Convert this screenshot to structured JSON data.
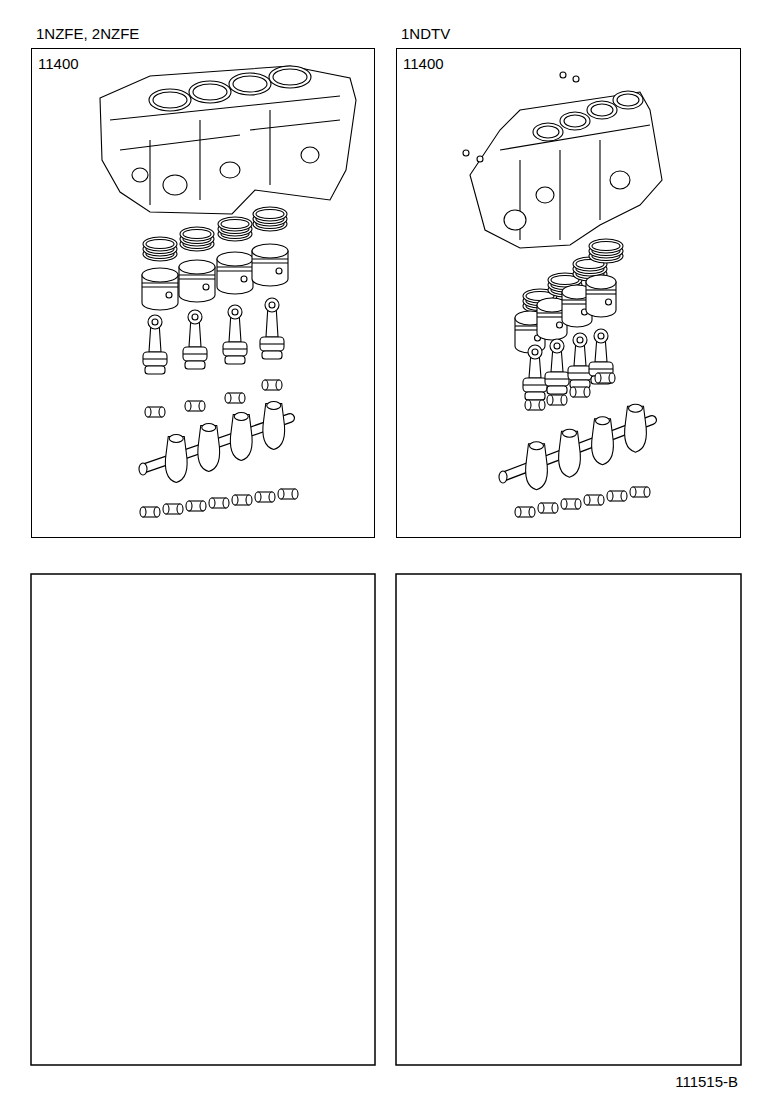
{
  "diagram": {
    "nodes": [
      {
        "text": [
          "1NZFE, 2NZFE",
          "11400"
        ]
      },
      {
        "text": [
          "1NDTV",
          "11400"
        ]
      }
    ],
    "labels": [
      "111515-B"
    ]
  }
}
